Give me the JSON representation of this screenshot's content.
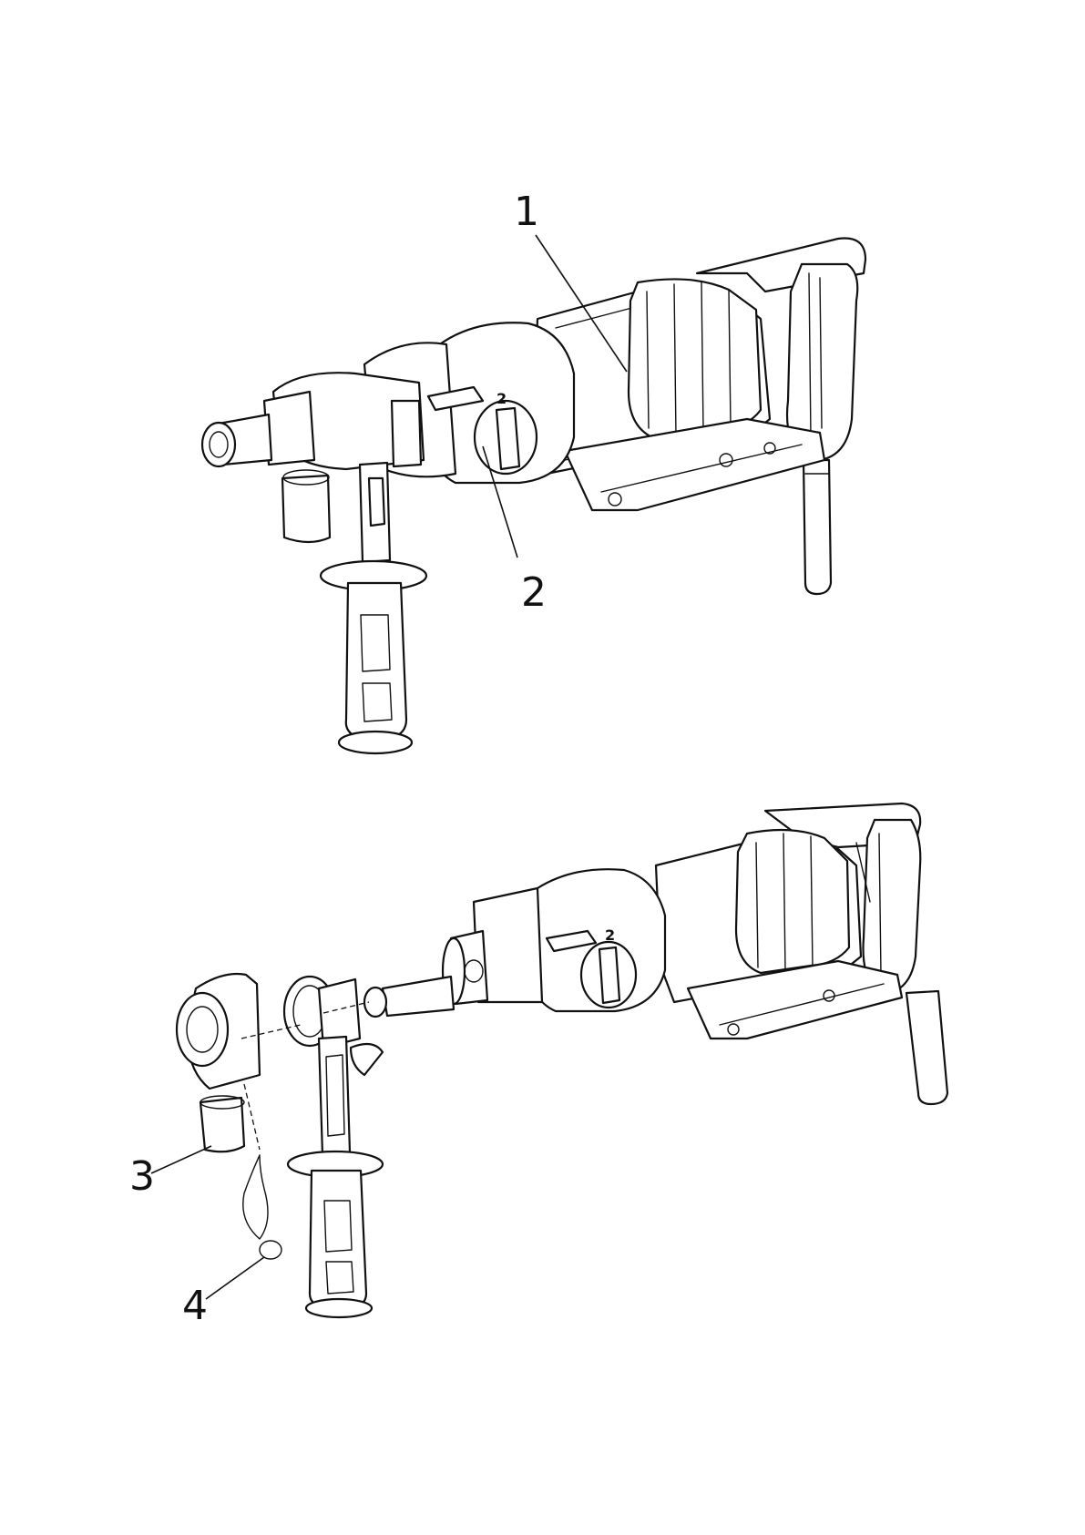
{
  "callouts": [
    {
      "label": "1"
    },
    {
      "label": "2"
    },
    {
      "label": "3"
    },
    {
      "label": "4"
    }
  ],
  "switch_markings": {
    "top": "2",
    "bottom": "2"
  }
}
